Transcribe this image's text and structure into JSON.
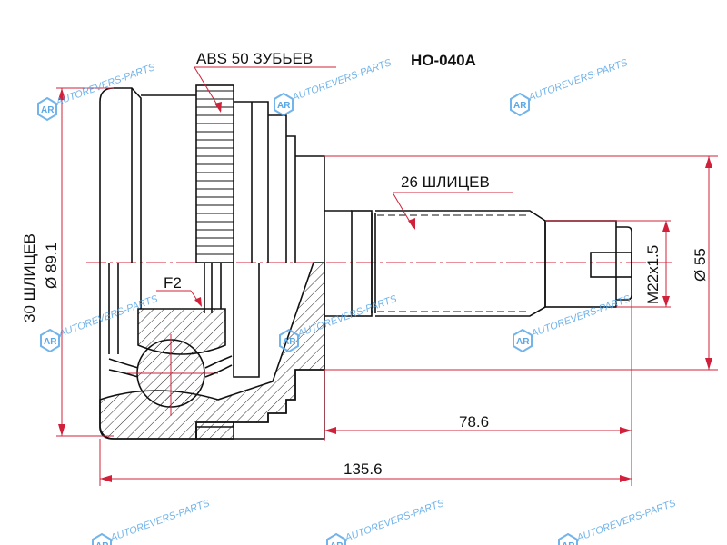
{
  "part_number": "HO-040A",
  "labels": {
    "abs": "ABS 50 ЗУБЬЕВ",
    "shaft_splines": "26 ШЛИЦЕВ",
    "housing_splines": "30 ШЛИЦЕВ",
    "outer_diameter": "Ø 89.1",
    "stem_diameter": "Ø 55",
    "thread": "M22x1.5",
    "shaft_length": "78.6",
    "total_length": "135.6",
    "grease": "F2"
  },
  "watermark": {
    "text": "AUTOREVERS-PARTS",
    "logo": "AR"
  },
  "colors": {
    "dimension": "#d0203a",
    "watermark": "#5aa7e6",
    "outline": "#111111"
  }
}
